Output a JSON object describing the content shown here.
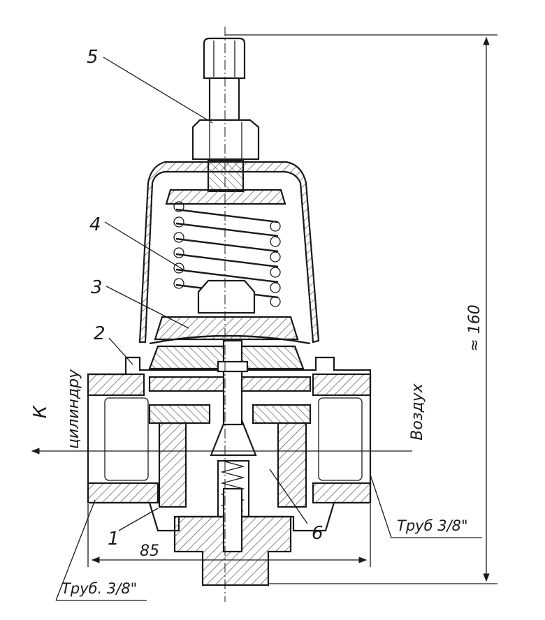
{
  "labels": {
    "part1": "1",
    "part2": "2",
    "part3": "3",
    "part4": "4",
    "part5": "5",
    "part6": "6",
    "to_cylinder_k": "К",
    "to_cylinder_word": "цилиндру",
    "air": "Воздух",
    "pipe_left": "Труб. 3/8\"",
    "pipe_right": "Труб 3/8\"",
    "dim_width": "85",
    "dim_height": "≈ 160"
  },
  "colors": {
    "ink": "#1a1a1a",
    "paper": "#ffffff",
    "hatch": "#555555"
  }
}
